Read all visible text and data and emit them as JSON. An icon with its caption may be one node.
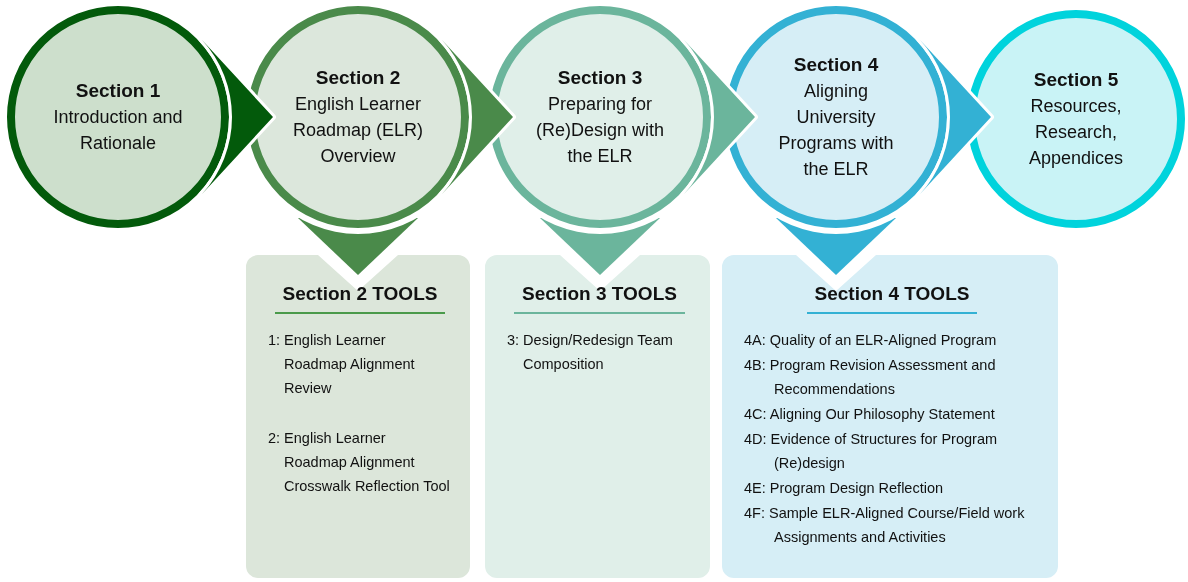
{
  "diagram": {
    "nodes": [
      {
        "text": [
          "Section 1",
          "Introduction and Rationale"
        ]
      },
      {
        "text": [
          "Section 2",
          "English Learner Roadmap (ELR) Overview"
        ]
      },
      {
        "text": [
          "Section 3",
          "Preparing for (Re)Design with the ELR"
        ]
      },
      {
        "text": [
          "Section 4",
          "Aligning University Programs with the ELR"
        ]
      },
      {
        "text": [
          "Section 5",
          "Resources, Research, Appendices"
        ]
      },
      {
        "text": [
          "Section 2 TOOLS",
          "1: English Learner Roadmap Alignment Review",
          "2: English Learner Roadmap Alignment Crosswalk Reflection Tool"
        ]
      },
      {
        "text": [
          "Section 3 TOOLS",
          "3: Design/Redesign Team Composition"
        ]
      },
      {
        "text": [
          "Section 4 TOOLS",
          "4A: Quality of an ELR-Aligned Program",
          "4B: Program Revision Assessment and Recommendations",
          "4C: Aligning Our Philosophy Statement",
          "4D: Evidence of Structures for Program (Re)design",
          "4E: Program Design Reflection",
          "4F: Sample ELR-Aligned Course/Field work Assignments and Activities"
        ]
      }
    ],
    "edges": [
      {
        "from": 0,
        "to": 1,
        "arrow": "to",
        "color": "#035a0b"
      },
      {
        "from": 1,
        "to": 2,
        "arrow": "to",
        "color": "#4a8a4a"
      },
      {
        "from": 2,
        "to": 3,
        "arrow": "to",
        "color": "#6bb59c"
      },
      {
        "from": 3,
        "to": 4,
        "arrow": "to",
        "color": "#33b1d4"
      },
      {
        "from": 1,
        "to": 5,
        "arrow": "to",
        "color": "#4a8a4a"
      },
      {
        "from": 2,
        "to": 6,
        "arrow": "to",
        "color": "#6bb59c"
      },
      {
        "from": 3,
        "to": 7,
        "arrow": "to",
        "color": "#33b1d4"
      }
    ]
  }
}
